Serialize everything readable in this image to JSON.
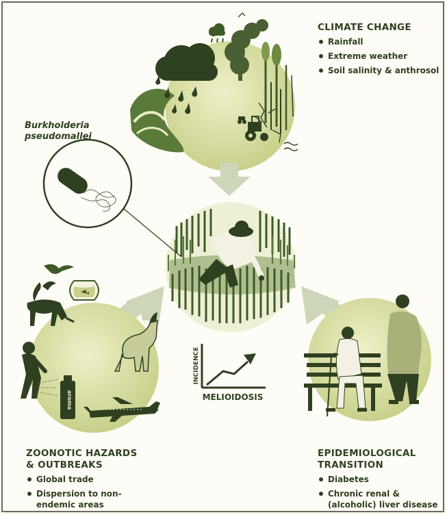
{
  "climate": {
    "heading": "CLIMATE CHANGE",
    "items": [
      "Rainfall",
      "Extreme weather",
      "Soil salinity & anthrosol"
    ]
  },
  "bacterium": {
    "line1": "Burkholderia",
    "line2": "pseudomallei"
  },
  "zoonotic": {
    "heading_line1": "ZOONOTIC HAZARDS",
    "heading_line2": "& OUTBREAKS",
    "items": [
      "Global trade",
      "Dispersion to non-endemic areas"
    ],
    "spray_can_text": "aroma"
  },
  "epidemiological": {
    "heading_line1": "EPIDEMIOLOGICAL",
    "heading_line2": "TRANSITION",
    "items": [
      "Diabetes",
      "Chronic renal & (alcoholic) liver disease"
    ]
  },
  "center_chart": {
    "ylabel": "INCIDENCE",
    "xlabel": "MELIOIDOSIS"
  },
  "colors": {
    "dark_green": "#2f4021",
    "circle_fill": "#d7dc9e",
    "circle_light": "#e9ecc4",
    "arrow": "#cdd6b8",
    "grass": "#3d5a27"
  }
}
